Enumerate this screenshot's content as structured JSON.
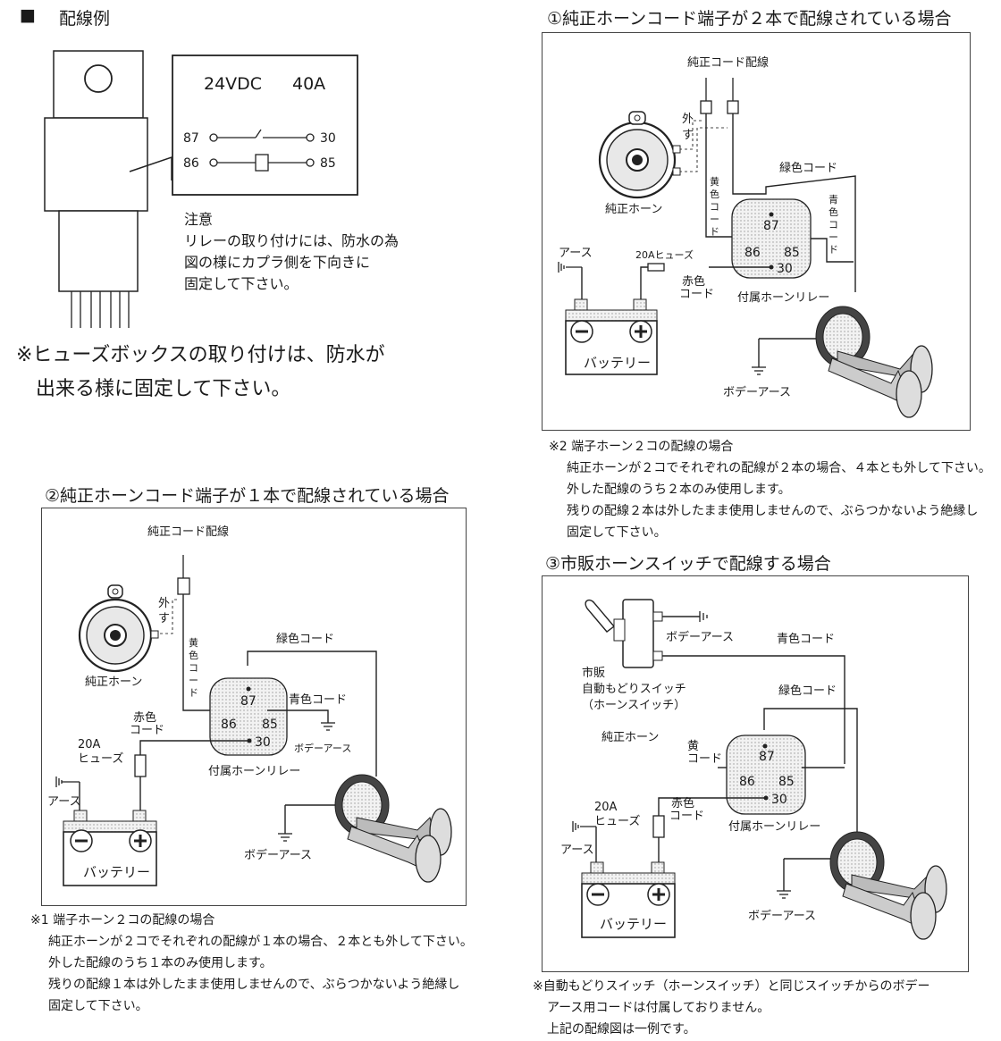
{
  "header": {
    "bullet": "■",
    "title": "配線例"
  },
  "relay_spec": {
    "rating": "24VDC",
    "current": "40A",
    "t87": "87",
    "t86": "86",
    "t30": "30",
    "t85": "85"
  },
  "caution": {
    "title": "注意",
    "line1": "リレーの取り付けには、防水の為",
    "line2": "図の様にカプラ側を下向きに",
    "line3": "固定して下さい。"
  },
  "fuse_note": {
    "line1": "※ヒューズボックスの取り付けは、防水が",
    "line2": "出来る様に固定して下さい。"
  },
  "common": {
    "junsei_cord": "純正コード配線",
    "junsei_horn": "純正ホーン",
    "hazusu_1": "外",
    "hazusu_2": "す",
    "green_cord": "緑色コード",
    "blue_cord": "青色コード",
    "yellow_cord": "黄色コード",
    "red_1": "赤色",
    "red_2": "コード",
    "relay_name": "付属ホーンリレー",
    "body_earth": "ボデーアース",
    "earth": "アース",
    "battery": "バッテリー",
    "fuse_20a": "20A",
    "fuse_word": "ヒューズ",
    "fuse_combined": "20Aヒューズ",
    "y1": "黄",
    "y2": "色",
    "y3": "コ",
    "y4": "ー",
    "y5": "ド",
    "b1": "青",
    "b2": "色",
    "b3": "コ",
    "b4": "ー",
    "b5": "ド",
    "n87": "87",
    "n86": "86",
    "n85": "85",
    "n30": "30"
  },
  "section1": {
    "title": "①純正ホーンコード端子が２本で配線されている場合",
    "note1": "※2 端子ホーン２コの配線の場合",
    "note2": "純正ホーンが２コでそれぞれの配線が２本の場合、４本とも外して下さい。",
    "note3": "外した配線のうち２本のみ使用します。",
    "note4": "残りの配線２本は外したまま使用しませんので、ぶらつかないよう絶縁し",
    "note5": "固定して下さい。"
  },
  "section2": {
    "title": "②純正ホーンコード端子が１本で配線されている場合",
    "note1": "※1 端子ホーン２コの配線の場合",
    "note2": "純正ホーンが２コでそれぞれの配線が１本の場合、２本とも外して下さい。",
    "note3": "外した配線のうち１本のみ使用します。",
    "note4": "残りの配線１本は外したまま使用しませんので、ぶらつかないよう絶縁し",
    "note5": "固定して下さい。"
  },
  "section3": {
    "title": "③市販ホーンスイッチで配線する場合",
    "switch_1": "市販",
    "switch_2": "自動もどりスイッチ",
    "switch_3": "（ホーンスイッチ）",
    "note1": "※自動もどりスイッチ（ホーンスイッチ）と同じスイッチからのボデー",
    "note2": "アース用コードは付属しておりません。",
    "note3": "上記の配線図は一例です。"
  }
}
